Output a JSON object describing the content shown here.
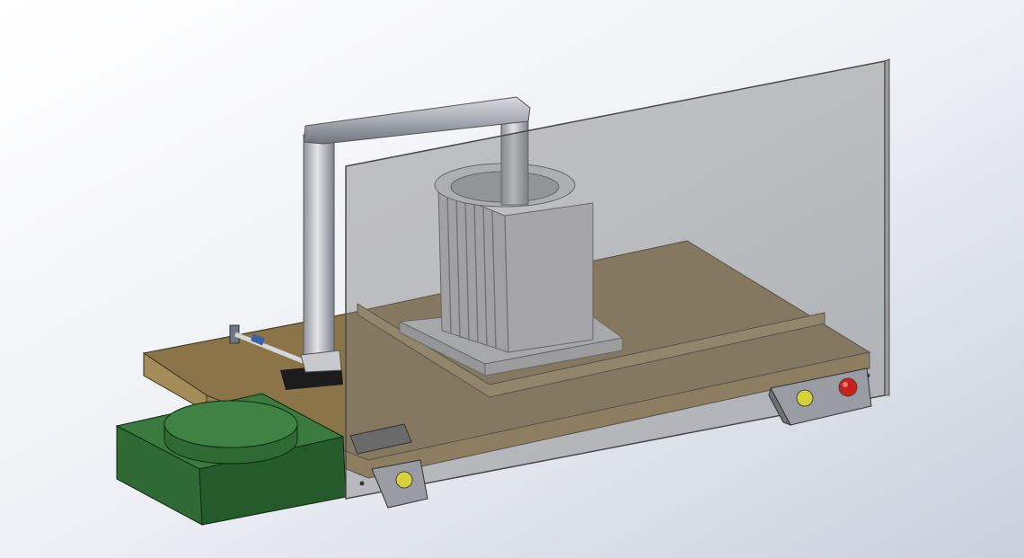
{
  "viewport": {
    "background_top_left": "#ffffff",
    "background_bottom_right": "#c9cfdc"
  },
  "model": {
    "components": [
      {
        "name": "wooden-base-board",
        "color": "#8a7448"
      },
      {
        "name": "green-turntable-box",
        "color": "#2f6a34"
      },
      {
        "name": "turntable-disc",
        "color": "#3d7a40"
      },
      {
        "name": "gantry-arm",
        "color": "#b8bcc4"
      },
      {
        "name": "finned-heatsink-part",
        "color": "#c9cacc"
      },
      {
        "name": "heatsink-base-plate",
        "color": "#bfc0c2"
      },
      {
        "name": "glass-shield-panel",
        "color": "#8c8c8c"
      },
      {
        "name": "guide-rail",
        "color": "#a08a5c"
      },
      {
        "name": "button-bracket",
        "color": "#9a9ca3"
      },
      {
        "name": "start-button",
        "color": "#d8d23a"
      },
      {
        "name": "stop-button",
        "color": "#c8201c"
      },
      {
        "name": "gripper-pad",
        "color": "#1c1c1c"
      },
      {
        "name": "sensor-probe",
        "color": "#3a5ea8"
      }
    ]
  }
}
